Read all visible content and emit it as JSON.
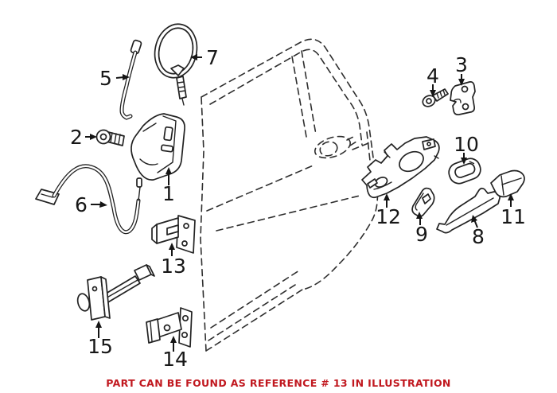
{
  "figure": {
    "description": "Exploded parts diagram of a vehicle rear door lock and exterior handle hardware"
  },
  "callouts": {
    "c1": "1",
    "c2": "2",
    "c3": "3",
    "c4": "4",
    "c5": "5",
    "c6": "6",
    "c7": "7",
    "c8": "8",
    "c9": "9",
    "c10": "10",
    "c11": "11",
    "c12": "12",
    "c13": "13",
    "c14": "14",
    "c15": "15"
  },
  "note": {
    "text": "PART CAN BE FOUND AS REFERENCE # 13 IN ILLUSTRATION",
    "color": "#c1181f"
  },
  "colors": {
    "line": "#222222",
    "background": "#ffffff"
  }
}
